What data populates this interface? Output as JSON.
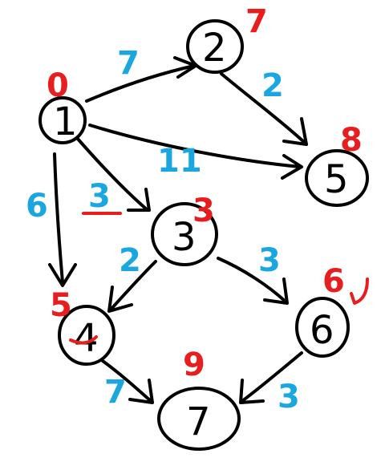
{
  "diagram": {
    "colors": {
      "ink": "#000000",
      "weight": "#1aa7e0",
      "distance": "#e81e1e",
      "background": "#ffffff"
    },
    "nodes": [
      {
        "id": "1",
        "label": "1",
        "distance": "0"
      },
      {
        "id": "2",
        "label": "2",
        "distance": "7"
      },
      {
        "id": "3",
        "label": "3",
        "distance": "3"
      },
      {
        "id": "4",
        "label": "4",
        "distance": "5"
      },
      {
        "id": "5",
        "label": "5",
        "distance": "8"
      },
      {
        "id": "6",
        "label": "6",
        "distance": "6"
      },
      {
        "id": "7",
        "label": "7",
        "distance": "9"
      }
    ],
    "edges": [
      {
        "from": "1",
        "to": "2",
        "weight": "7"
      },
      {
        "from": "2",
        "to": "5",
        "weight": "2"
      },
      {
        "from": "1",
        "to": "5",
        "weight": "11"
      },
      {
        "from": "1",
        "to": "3",
        "weight": "3"
      },
      {
        "from": "1",
        "to": "4",
        "weight": "6"
      },
      {
        "from": "3",
        "to": "4",
        "weight": "2"
      },
      {
        "from": "3",
        "to": "6",
        "weight": "3"
      },
      {
        "from": "4",
        "to": "7",
        "weight": "7"
      },
      {
        "from": "6",
        "to": "7",
        "weight": "3"
      }
    ]
  }
}
